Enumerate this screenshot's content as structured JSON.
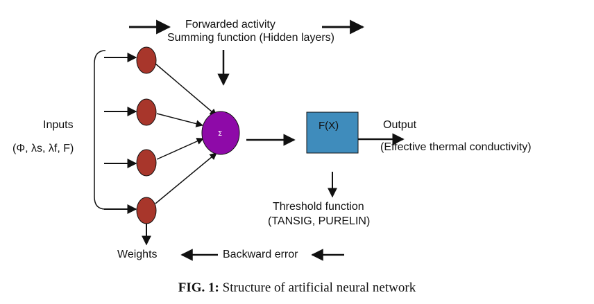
{
  "labels": {
    "forwarded_activity": "Forwarded activity",
    "summing_function": "Summing function (Hidden layers)",
    "inputs": "Inputs",
    "input_variables": "(Φ, λs, λf, F)",
    "sigma_symbol": "Σ",
    "fx": "F(X)",
    "output": "Output",
    "output_desc": "(Effective thermal conductivity)",
    "threshold_function": "Threshold function",
    "threshold_types": "(TANSIG, PURELIN)",
    "weights": "Weights",
    "backward_error": "Backward error"
  },
  "caption": {
    "label": "FIG. 1:",
    "text": " Structure of artificial neural network"
  },
  "colors": {
    "input_node": "#a8362b",
    "sum_node": "#8e0aa8",
    "fx_box": "#3f8cbc",
    "stroke": "#111111"
  }
}
